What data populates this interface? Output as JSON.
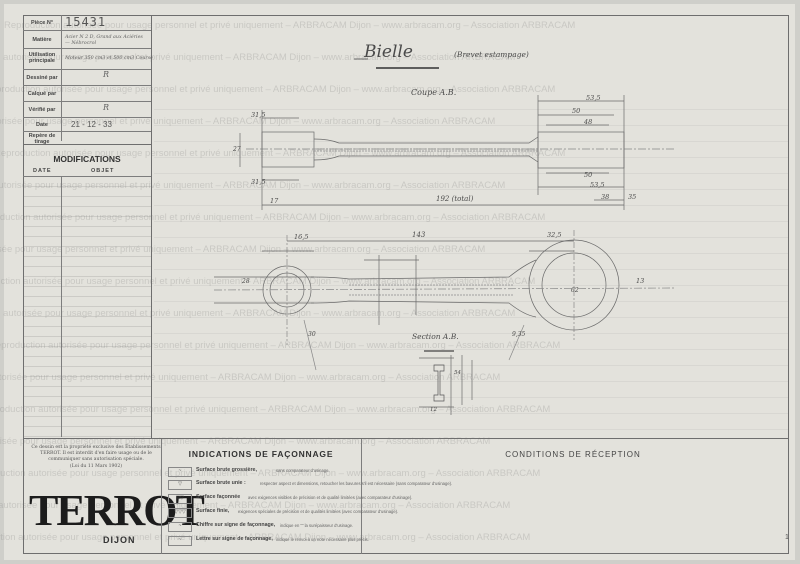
{
  "title_block": {
    "rows": [
      {
        "label": "Pièce N°",
        "value": "15431"
      },
      {
        "label": "Matière",
        "value": "Acier N 2 D, Grand aux Aciéries — Nébrocrol"
      },
      {
        "label": "Utilisation principale",
        "value": "Moteur 350 cm3 et 500 cm3 Course"
      },
      {
        "label": "Dessiné par",
        "value": "R"
      },
      {
        "label": "Calqué par",
        "value": ""
      },
      {
        "label": "Vérifié par",
        "value": "R"
      },
      {
        "label": "Date",
        "value": "21 - 12 - 33"
      },
      {
        "label": "Repère de tirage",
        "value": ""
      }
    ]
  },
  "modifications": {
    "title": "MODIFICATIONS",
    "col_date": "DATE",
    "col_objet": "OBJET"
  },
  "drawing": {
    "title": "Bielle",
    "subtitle": "(Brevet estampage)",
    "view_label": "Coupe A.B.",
    "section_label": "Section A.B.",
    "dimensions": {
      "d_315_top": "31,5",
      "d_315_bot": "31,5",
      "d_27": "27",
      "d_17": "17",
      "d_192": "192 (total)",
      "d_50_top": "50",
      "d_48": "48",
      "d_535_top": "53,5",
      "d_50_bot": "50",
      "d_535_bot": "53,5",
      "d_38": "38",
      "d_35": "35",
      "d_165": "16,5",
      "d_143": "143",
      "d_325": "32,5",
      "d_28": "28",
      "d_13": "13",
      "d_62": "62",
      "d_30": "30",
      "d_935": "9,35",
      "d_54": "54",
      "d_12": "12"
    }
  },
  "watermark": {
    "text": "Reproduction autorisée pour usage personnel et privé uniquement – ARBRACAM Dijon – www.arbracam.org – Association ARBRACAM"
  },
  "footer": {
    "legal_text": "Ce dessin est la propriété exclusive des Établissements TERROT. Il est interdit d'en faire usage ou de le communiquer sans autorisation spéciale.",
    "legal_law": "(Loi du 11 Mars 1902)",
    "logo": "TERROT",
    "city": "DIJON",
    "indications_title": "INDICATIONS DE FAÇONNAGE",
    "indications": [
      {
        "symbol": "~",
        "label": "Surface brute grossière,",
        "desc": "sans comparateur d'usinage."
      },
      {
        "symbol": "▽",
        "label": "Surface brute unie :",
        "desc": "respecter aspect et dimensions, retoucher les bavures s'il est nécessaire (sans comparateur d'usinage)."
      },
      {
        "symbol": "▽▽",
        "label": "Surface façonnée",
        "desc": "avec exigences visibles de précision et de qualité limitées (avec comparateur d'usinage)."
      },
      {
        "symbol": "▽▽▽",
        "label": "Surface finie,",
        "desc": "exigences spéciales de précision et de qualités limitées (avec comparateur d'usinage)."
      },
      {
        "symbol": "~",
        "label": "Chiffre sur signe de façonnage,",
        "desc": "indique en \"\" la surépaisseur d'usinage."
      },
      {
        "symbol": "~",
        "label": "Lettre sur signe de façonnage,",
        "desc": "indique le renvoi à un note nécessaire plus précis."
      }
    ],
    "conditions_title": "CONDITIONS DE RÉCEPTION",
    "page_number": "1"
  }
}
